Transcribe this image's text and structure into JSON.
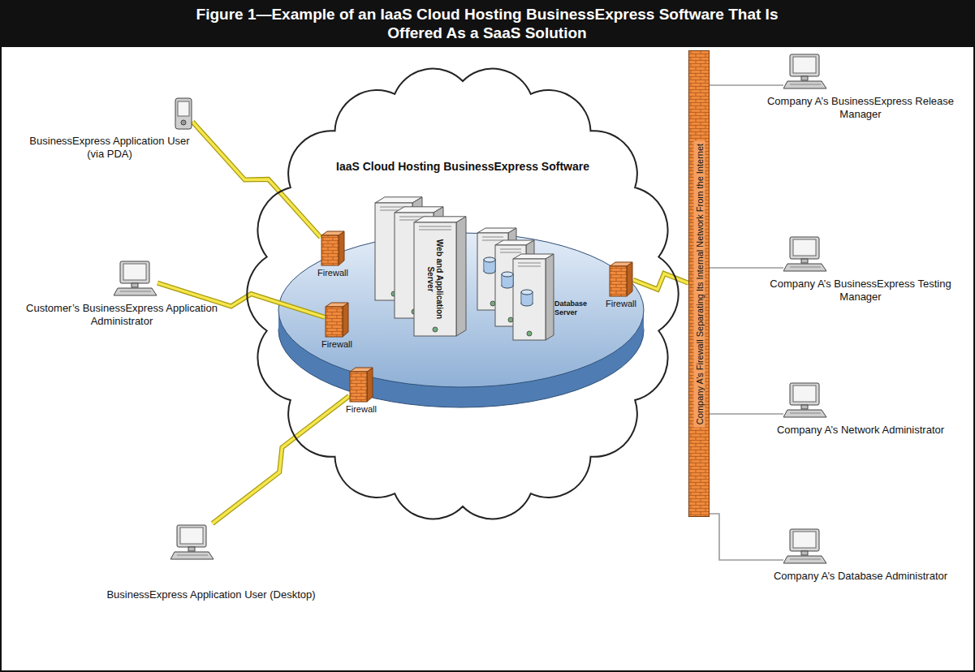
{
  "diagram": {
    "title": "Figure 1—Example of an IaaS Cloud Hosting BusinessExpress Software That Is Offered As a SaaS Solution",
    "nodes": [
      {
        "text": [
          "IaaS Cloud Hosting BusinessExpress Software"
        ]
      },
      {
        "text": [
          "Firewall"
        ],
        "in": 0
      },
      {
        "text": [
          "Firewall"
        ],
        "in": 0
      },
      {
        "text": [
          "Firewall"
        ],
        "in": 0
      },
      {
        "text": [
          "Web and Application Server"
        ],
        "in": 0
      },
      {
        "text": [
          "Database Server"
        ],
        "in": 0
      },
      {
        "text": [
          "Firewall"
        ],
        "in": 0
      },
      {
        "text": [
          "BusinessExpress Application User (via PDA)"
        ]
      },
      {
        "text": [
          "Customer’s BusinessExpress Application Administrator"
        ]
      },
      {
        "text": [
          "BusinessExpress Application User (Desktop)"
        ]
      },
      {
        "text": [
          "Company A’s Firewall Separating Its Internal Network From the Internet"
        ]
      },
      {
        "text": [
          "Company A’s BusinessExpress Release Manager"
        ]
      },
      {
        "text": [
          "Company A’s BusinessExpress Testing Manager"
        ]
      },
      {
        "text": [
          "Company A’s Network Administrator"
        ]
      },
      {
        "text": [
          "Company A’s Database Administrator"
        ]
      }
    ],
    "edges": [
      {
        "from": 7,
        "to": 1,
        "arrow": "none"
      },
      {
        "from": 8,
        "to": 2,
        "arrow": "none"
      },
      {
        "from": 9,
        "to": 3,
        "arrow": "none"
      },
      {
        "from": 6,
        "to": 10,
        "arrow": "none"
      },
      {
        "from": 10,
        "to": 11,
        "arrow": "none"
      },
      {
        "from": 10,
        "to": 12,
        "arrow": "none"
      },
      {
        "from": 10,
        "to": 13,
        "arrow": "none"
      },
      {
        "from": 10,
        "to": 14,
        "arrow": "none"
      }
    ]
  }
}
